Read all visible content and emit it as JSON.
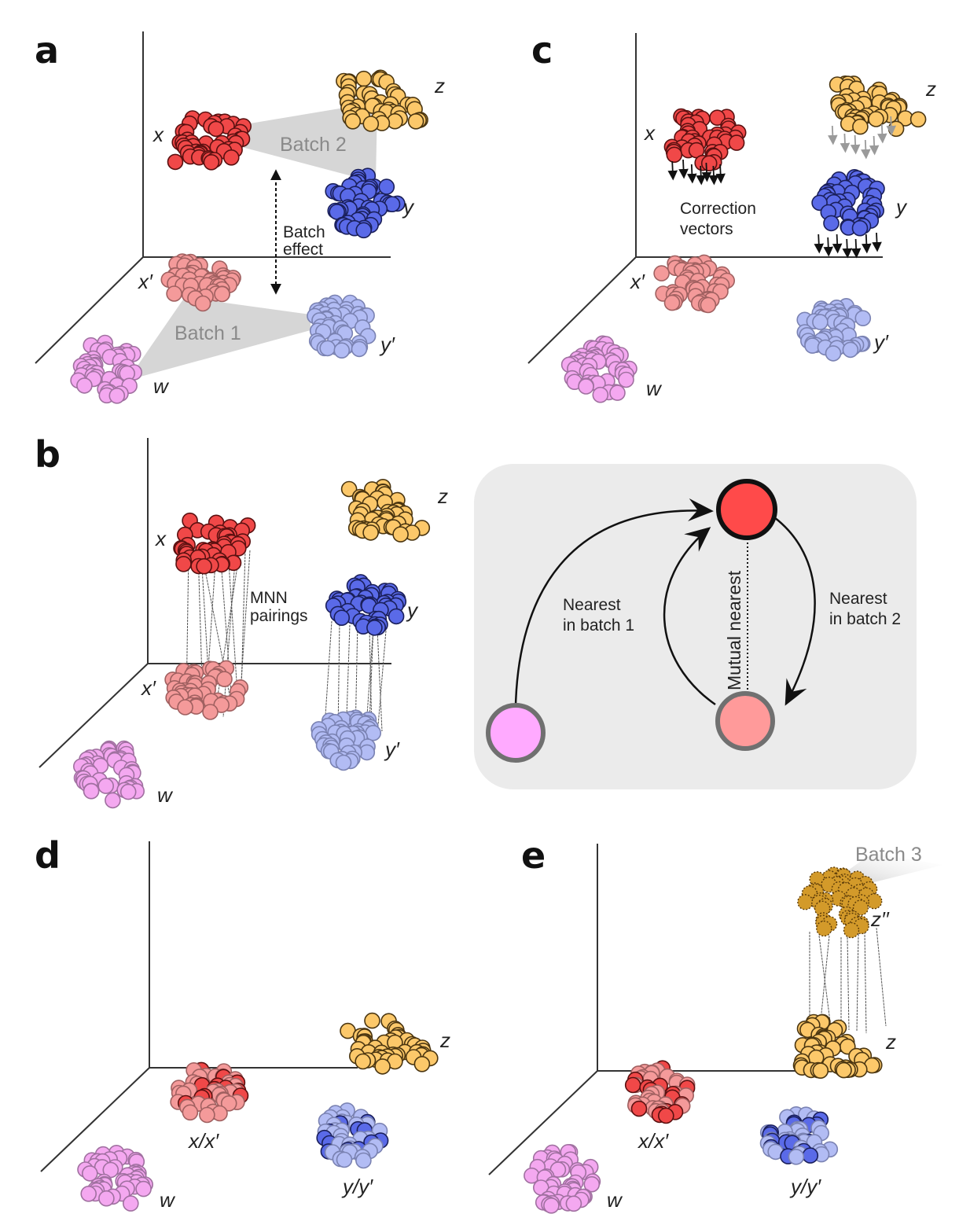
{
  "figure": {
    "panels": [
      {
        "id": "a",
        "letter": "a",
        "clusters": [
          {
            "name": "x",
            "label": "x",
            "batch": 2,
            "color": "#f04848",
            "stroke": "#5a1010"
          },
          {
            "name": "z",
            "label": "z",
            "batch": 2,
            "color": "#fcc86a",
            "stroke": "#4a3510"
          },
          {
            "name": "y",
            "label": "y",
            "batch": 2,
            "color": "#5a6ae8",
            "stroke": "#1a1f5a"
          },
          {
            "name": "x-prime",
            "label": "x′",
            "batch": 1,
            "color": "#f49a9a",
            "stroke": "#a06060"
          },
          {
            "name": "y-prime",
            "label": "y′",
            "batch": 1,
            "color": "#b2bcf4",
            "stroke": "#7a82b2"
          },
          {
            "name": "w",
            "label": "w",
            "batch": 1,
            "color": "#f4a8f0",
            "stroke": "#a070a0"
          }
        ],
        "batch2_label": "Batch 2",
        "batch1_label": "Batch 1",
        "batch_effect_label": [
          "Batch",
          "effect"
        ]
      },
      {
        "id": "b",
        "letter": "b",
        "mnn_label": [
          "MNN",
          "pairings"
        ],
        "labels": {
          "x": "x",
          "z": "z",
          "y": "y",
          "x_prime": "x′",
          "y_prime": "y′",
          "w": "w"
        }
      },
      {
        "id": "c",
        "letter": "c",
        "correction_label": [
          "Correction",
          "vectors"
        ],
        "labels": {
          "x": "x",
          "z": "z",
          "y": "y",
          "x_prime": "x′",
          "y_prime": "y′",
          "w": "w"
        }
      },
      {
        "id": "d",
        "letter": "d",
        "labels": {
          "xx": "x/x′",
          "yy": "y/y′",
          "z": "z",
          "w": "w"
        }
      },
      {
        "id": "e",
        "letter": "e",
        "batch3_label": "Batch 3",
        "labels": {
          "xx": "x/x′",
          "yy": "y/y′",
          "z": "z",
          "z2": "z′′",
          "w": "w"
        }
      }
    ],
    "inset": {
      "nearest_batch1": [
        "Nearest",
        "in batch 1"
      ],
      "nearest_batch2": [
        "Nearest",
        "in batch 2"
      ],
      "mutual_nearest": "Mutual nearest",
      "colors": {
        "top": "#ff4a4a",
        "bottom_right": "#ff9a9a",
        "bottom_left": "#ffaaff",
        "background": "#ebebeb"
      }
    }
  }
}
